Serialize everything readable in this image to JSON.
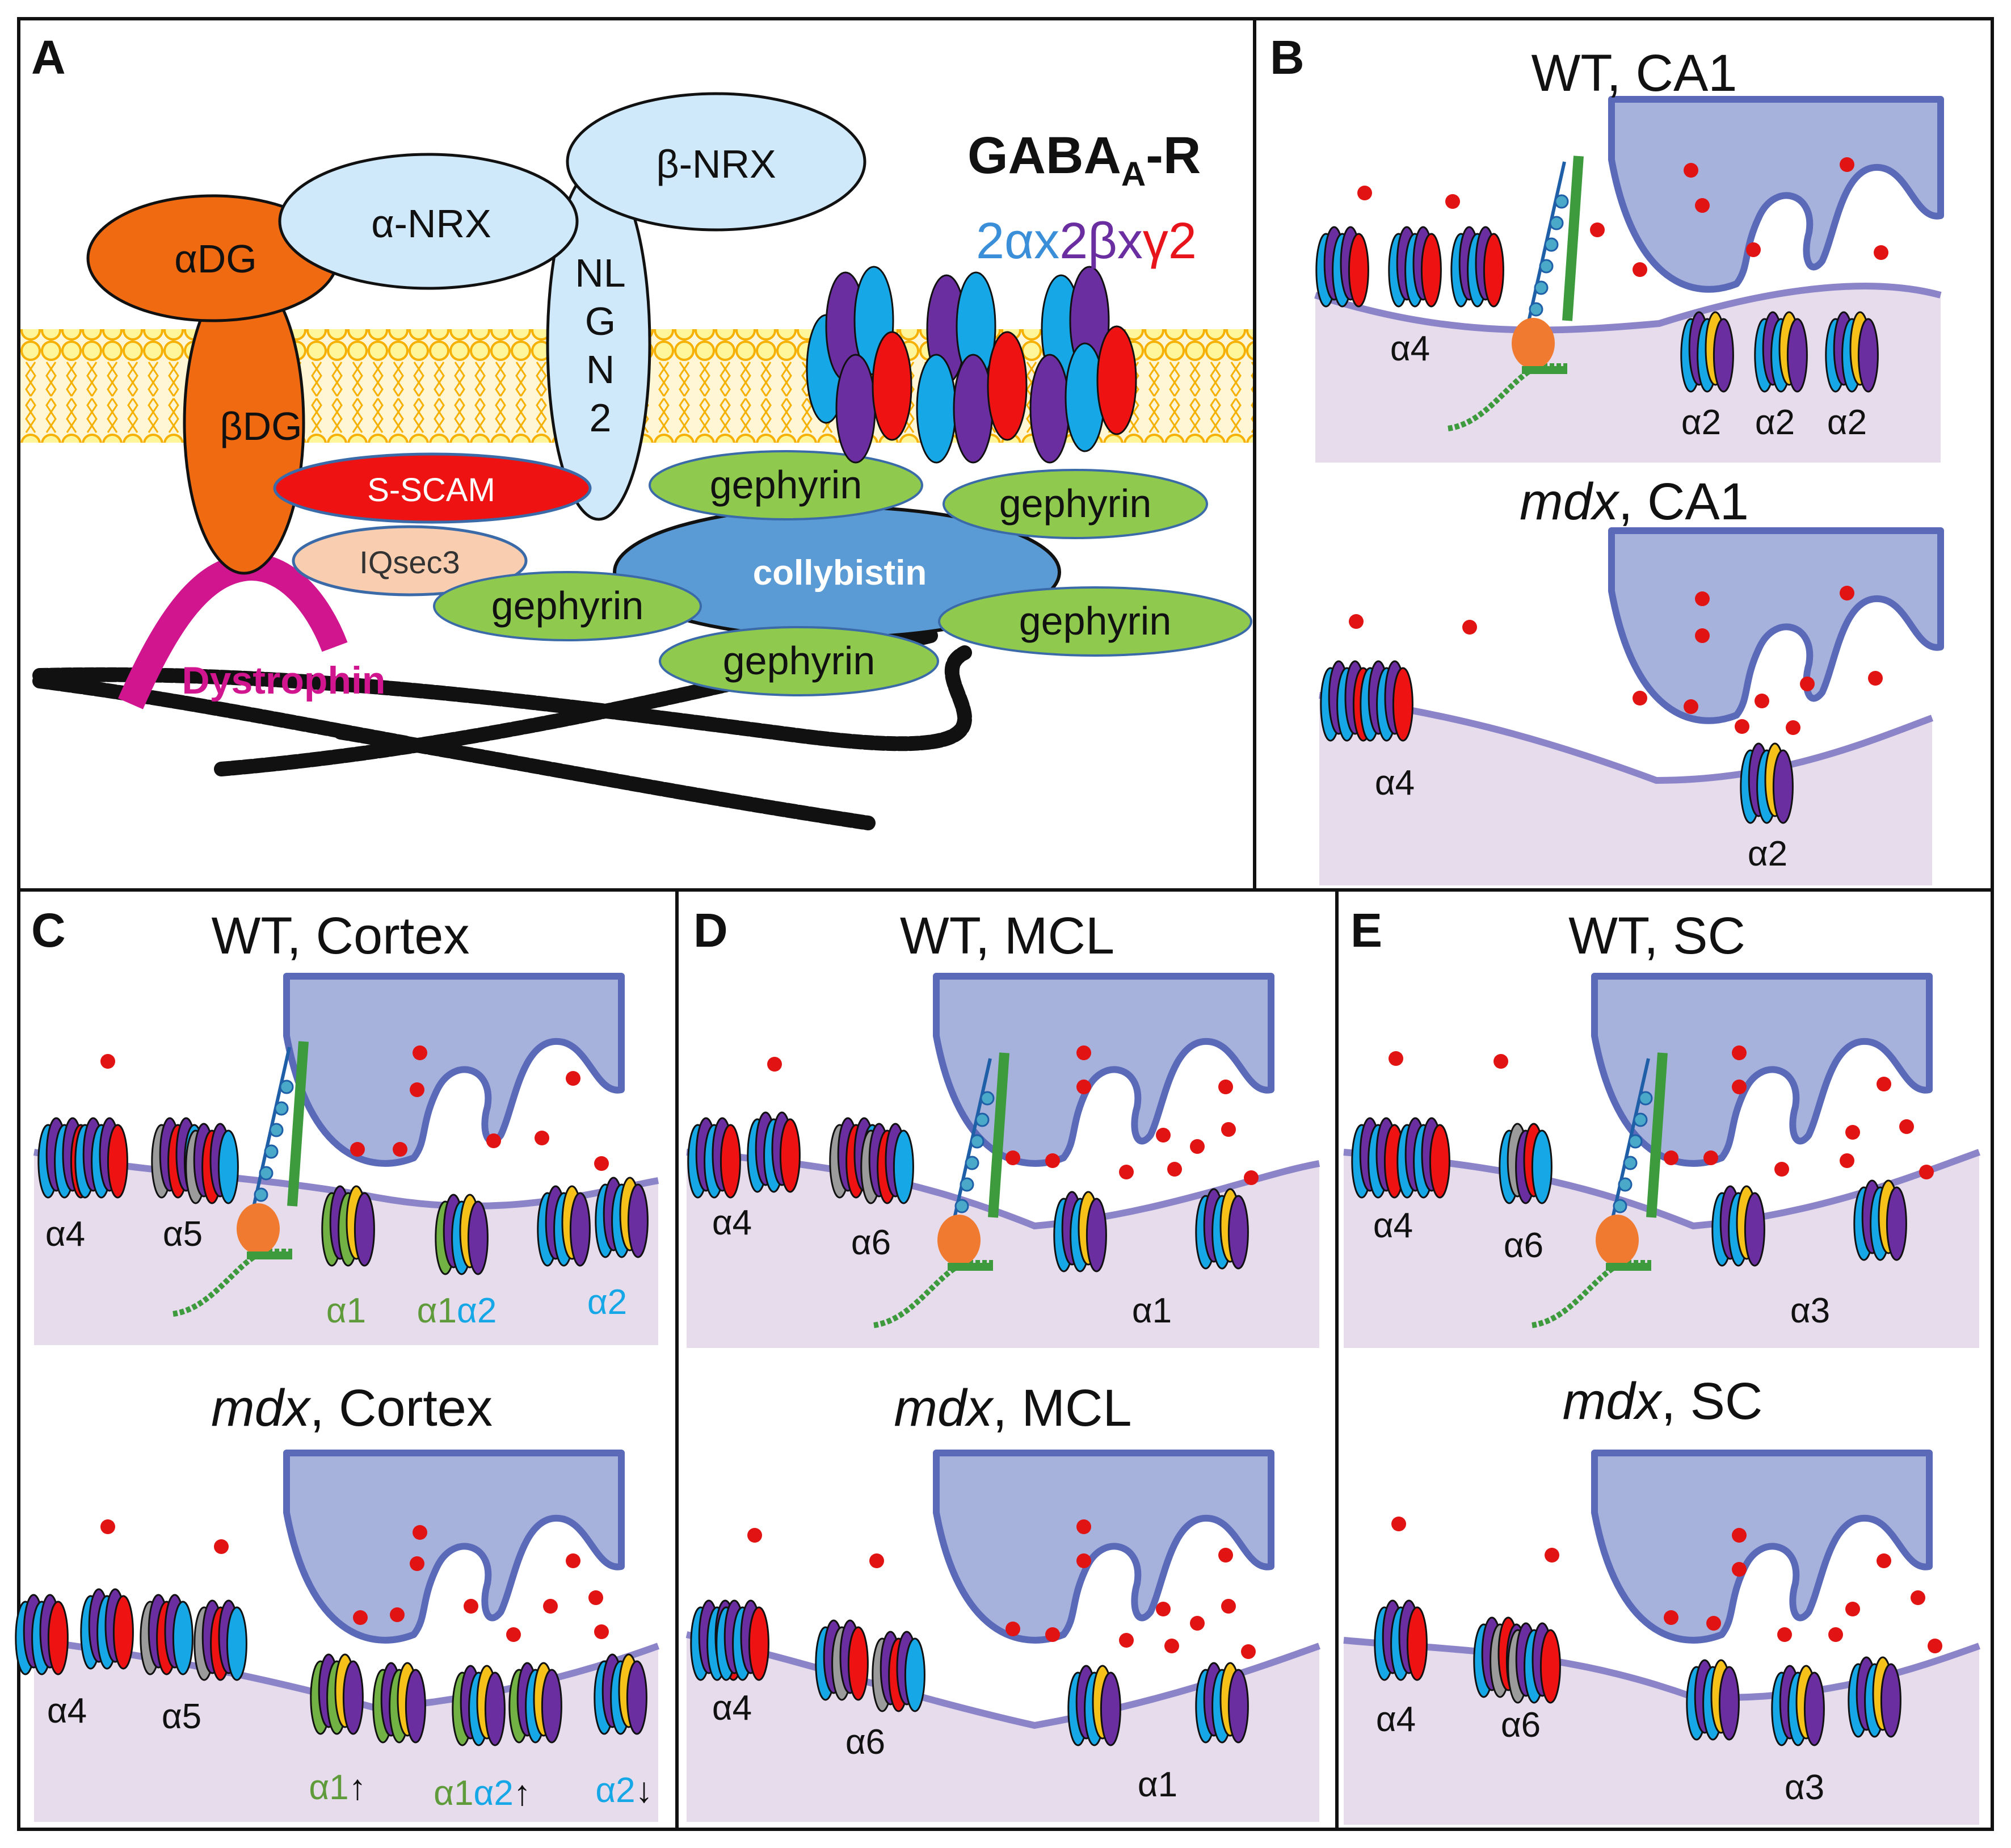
{
  "panels": {
    "A": {
      "letter": "A",
      "gaba_title": "GABA",
      "gaba_sub": "A",
      "gaba_suffix": "-R",
      "comp": [
        {
          "t": "2α",
          "c": "#3b8ed8"
        },
        {
          "t": "x",
          "c": "#3b8ed8"
        },
        {
          "t": "2β",
          "c": "#6a2ea0"
        },
        {
          "t": "x",
          "c": "#6a2ea0"
        },
        {
          "t": "γ2",
          "c": "#e8141c"
        }
      ],
      "labels": {
        "alpha_dg": "αDG",
        "beta_dg": "βDG",
        "alpha_nrx": "α-NRX",
        "beta_nrx": "β-NRX",
        "nlgn_1": "NL",
        "nlgn_2": "G",
        "nlgn_3": "N",
        "nlgn_4": "2",
        "sscam": "S-SCAM",
        "iqsec3": "IQsec3",
        "collybistin": "collybistin",
        "gephyrin": "gephyrin",
        "dystrophin": "Dystrophin"
      }
    },
    "B": {
      "letter": "B",
      "wt": {
        "geno": "WT",
        "region": "CA1"
      },
      "mdx": {
        "geno": "mdx",
        "region": "CA1"
      },
      "wt_labels": [
        "α4",
        "α2",
        "α2",
        "α2"
      ],
      "mdx_labels": [
        "α4",
        "α2"
      ]
    },
    "C": {
      "letter": "C",
      "wt": {
        "geno": "WT",
        "region": "Cortex"
      },
      "mdx": {
        "geno": "mdx",
        "region": "Cortex"
      },
      "wt_labels": {
        "a4": "α4",
        "a5": "α5",
        "a1": "α1",
        "a1b": "α1",
        "a2b": "α2",
        "a2": "α2"
      },
      "mdx_labels": {
        "a4": "α4",
        "a5": "α5",
        "a1": "α1",
        "a1b": "α1",
        "a2b": "α2",
        "a2": "α2",
        "up": "↑",
        "down": "↓"
      }
    },
    "D": {
      "letter": "D",
      "wt": {
        "geno": "WT",
        "region": "MCL"
      },
      "mdx": {
        "geno": "mdx",
        "region": "MCL"
      },
      "wt_labels": [
        "α4",
        "α6",
        "α1"
      ],
      "mdx_labels": [
        "α4",
        "α6",
        "α1"
      ]
    },
    "E": {
      "letter": "E",
      "wt": {
        "geno": "WT",
        "region": "SC"
      },
      "mdx": {
        "geno": "mdx",
        "region": "SC"
      },
      "wt_labels": [
        "α4",
        "α6",
        "α3"
      ],
      "mdx_labels": [
        "α4",
        "α6",
        "α3"
      ]
    }
  },
  "colors": {
    "alpha_blue": "#16a7e6",
    "beta_purple": "#6a2ea0",
    "gamma_red": "#ee1212",
    "delta_yellow": "#f6c21a",
    "alpha5_grey": "#9b9b9b",
    "alpha1_green": "#72b143",
    "dg_orange": "#f06a12",
    "nrx_blue": "#cfe9fa",
    "sscam_red": "#ee1212",
    "iqsec_peach": "#f8cdb0",
    "gephyrin_green": "#8fca4f",
    "collybistin_blue": "#5b9bd5",
    "dystrophin_pink": "#d0158f",
    "terminal": "#a7b2dc",
    "terminal_edge": "#5a6ab8",
    "postsyn": "#e6dcec",
    "membrane": "#8c84c8",
    "gaba_dot": "#e21313",
    "label_green": "#5f9b3a",
    "label_blue": "#16a7e6"
  }
}
